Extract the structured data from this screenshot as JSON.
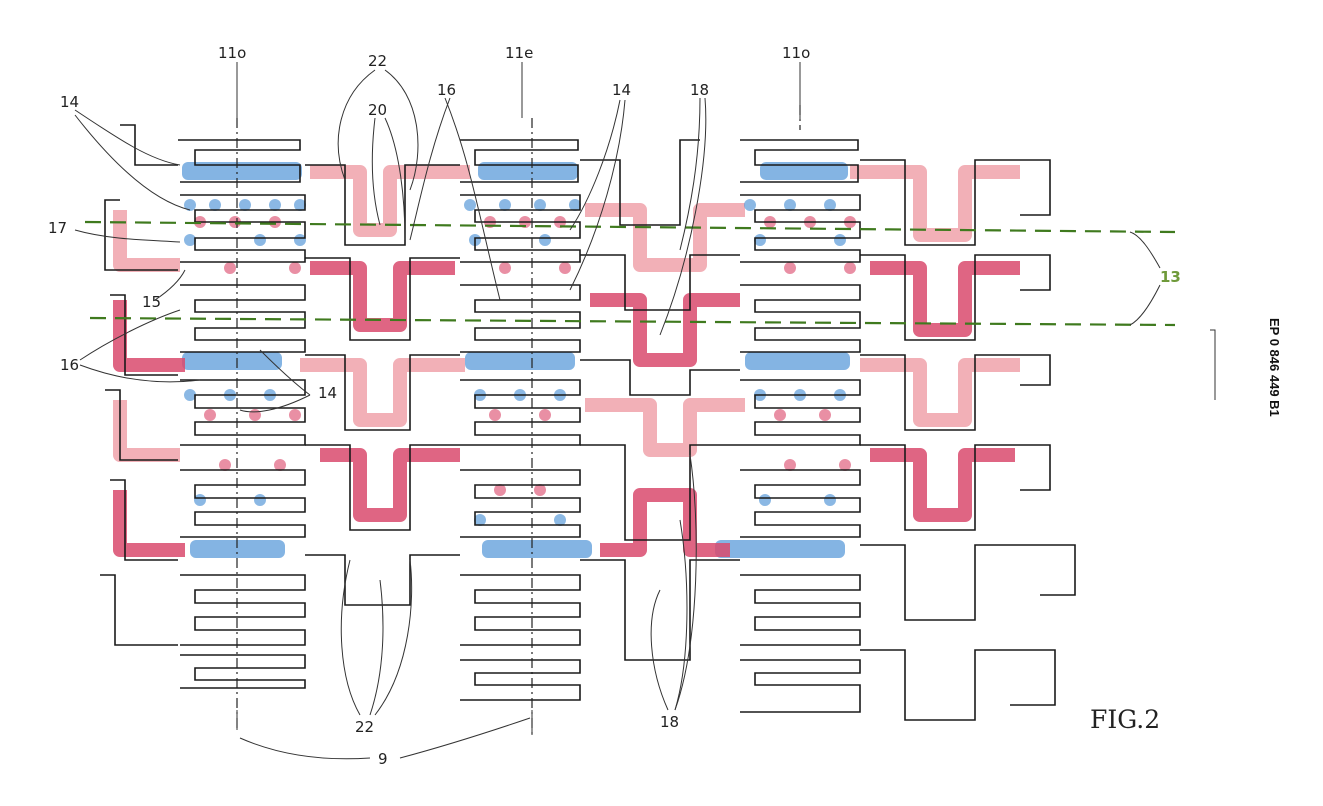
{
  "figure_label": "FIG.2",
  "side_text": "EP 0 846 449 B1",
  "labels": {
    "l_11o_left": "11o",
    "l_11e": "11e",
    "l_11o_right": "11o",
    "l_22_top": "22",
    "l_20": "20",
    "l_16_top": "16",
    "l_14_top": "14",
    "l_18_top": "18",
    "l_14_left": "14",
    "l_17": "17",
    "l_15": "15",
    "l_16_left": "16",
    "l_14_mid": "14",
    "l_13": "13",
    "l_22_bottom": "22",
    "l_18_bottom": "18",
    "l_9": "9"
  },
  "colors": {
    "outline": "#1a1a1a",
    "blue": "#5b9bd9",
    "pink": "#f0a2aa",
    "red": "#d94a6d",
    "green": "#3f7a1e"
  }
}
